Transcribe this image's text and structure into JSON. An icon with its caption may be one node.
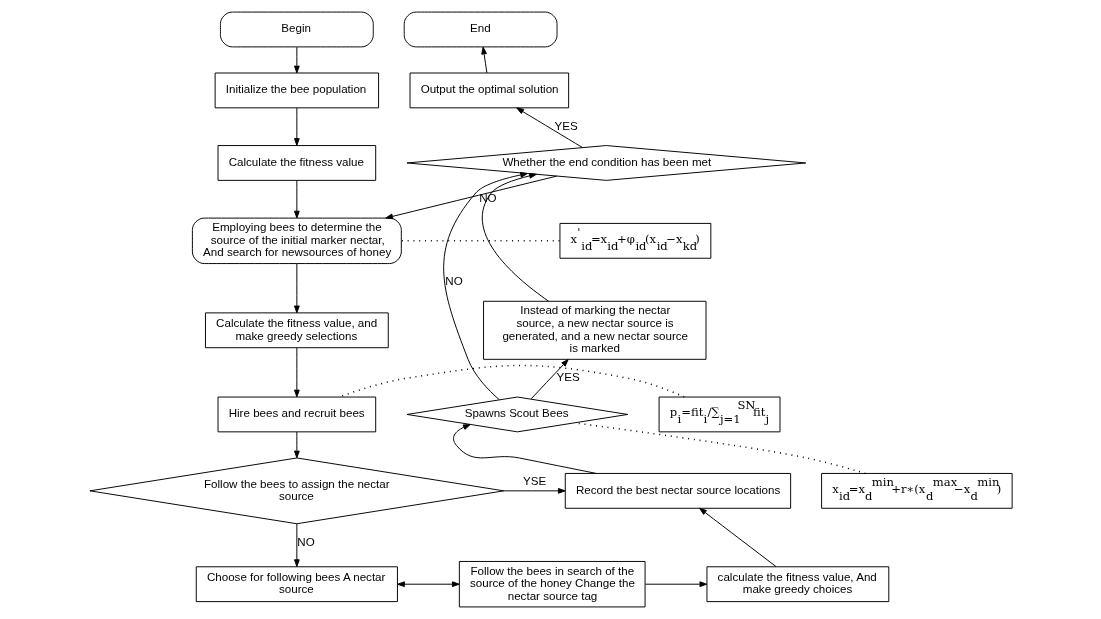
{
  "diagram": {
    "nodes": [
      {
        "text": [
          "Begin"
        ]
      },
      {
        "text": [
          "Initialize the bee population"
        ]
      },
      {
        "text": [
          "Calculate the fitness value"
        ]
      },
      {
        "text": [
          "Employing bees to determine the source of the initial marker nectar, And search for newsources of honey"
        ]
      },
      {
        "text": [
          "x$^{'}$$_{id}$=x$_{id}$+φ$_{id}$(x$_{id}$−x$_{kd}$)"
        ]
      },
      {
        "text": [
          "Calculate the fitness value, and make greedy selections"
        ]
      },
      {
        "text": [
          "Hire bees and recruit bees"
        ]
      },
      {
        "text": [
          "p$_{i}$=fit$_{i}$/∑$_{j=1}$$^{SN}$fit$_{j}$"
        ]
      },
      {
        "text": [
          "Follow the bees to assign the nectar source"
        ]
      },
      {
        "text": [
          "Choose for following bees A nectar source"
        ]
      },
      {
        "text": [
          "Follow the bees in search of the source of the honey Change the nectar source tag"
        ]
      },
      {
        "text": [
          "calculate the fitness value, And make greedy choices"
        ]
      },
      {
        "text": [
          "Record the best nectar source locations"
        ]
      },
      {
        "text": [
          "Spawns Scout Bees"
        ]
      },
      {
        "text": [
          "x$_{id}$=x$_{d}$$^{min}$+r∗(x$_{d}$$^{max}$−x$_{d}$$^{min}$)"
        ]
      },
      {
        "text": [
          "Instead of marking the nectar source, a new nectar source is generated, and a new nectar source is marked"
        ]
      },
      {
        "text": [
          "Whether the end condition has been met"
        ]
      },
      {
        "text": [
          "Output the optimal solution"
        ]
      },
      {
        "text": [
          "End"
        ]
      }
    ],
    "edges": [
      {
        "from": 0,
        "to": 1,
        "arrow": "to"
      },
      {
        "from": 1,
        "to": 2,
        "arrow": "to"
      },
      {
        "from": 2,
        "to": 3,
        "arrow": "to"
      },
      {
        "from": 4,
        "to": 3,
        "arrow": "none",
        "style": "dashed"
      },
      {
        "from": 3,
        "to": 5,
        "arrow": "to"
      },
      {
        "from": 5,
        "to": 6,
        "arrow": "to"
      },
      {
        "from": 7,
        "to": 6,
        "arrow": "none",
        "style": "dashed"
      },
      {
        "from": 6,
        "to": 8,
        "arrow": "to"
      },
      {
        "from": 8,
        "to": 12,
        "arrow": "to",
        "label": "YSE"
      },
      {
        "from": 8,
        "to": 9,
        "arrow": "to",
        "label": "NO"
      },
      {
        "from": 9,
        "to": 10,
        "arrow": "both"
      },
      {
        "from": 10,
        "to": 11,
        "arrow": "to"
      },
      {
        "from": 11,
        "to": 12,
        "arrow": "to"
      },
      {
        "from": 12,
        "to": 13,
        "arrow": "to"
      },
      {
        "from": 14,
        "to": 13,
        "arrow": "none",
        "style": "dashed"
      },
      {
        "from": 13,
        "to": 15,
        "arrow": "to",
        "label": "YES"
      },
      {
        "from": 13,
        "to": 16,
        "arrow": "to",
        "label": "NO"
      },
      {
        "from": 15,
        "to": 16,
        "arrow": "to"
      },
      {
        "from": 16,
        "to": 17,
        "arrow": "to",
        "label": "YES"
      },
      {
        "from": 16,
        "to": 3,
        "arrow": "to",
        "label": "NO"
      },
      {
        "from": 17,
        "to": 18,
        "arrow": "to"
      }
    ]
  }
}
